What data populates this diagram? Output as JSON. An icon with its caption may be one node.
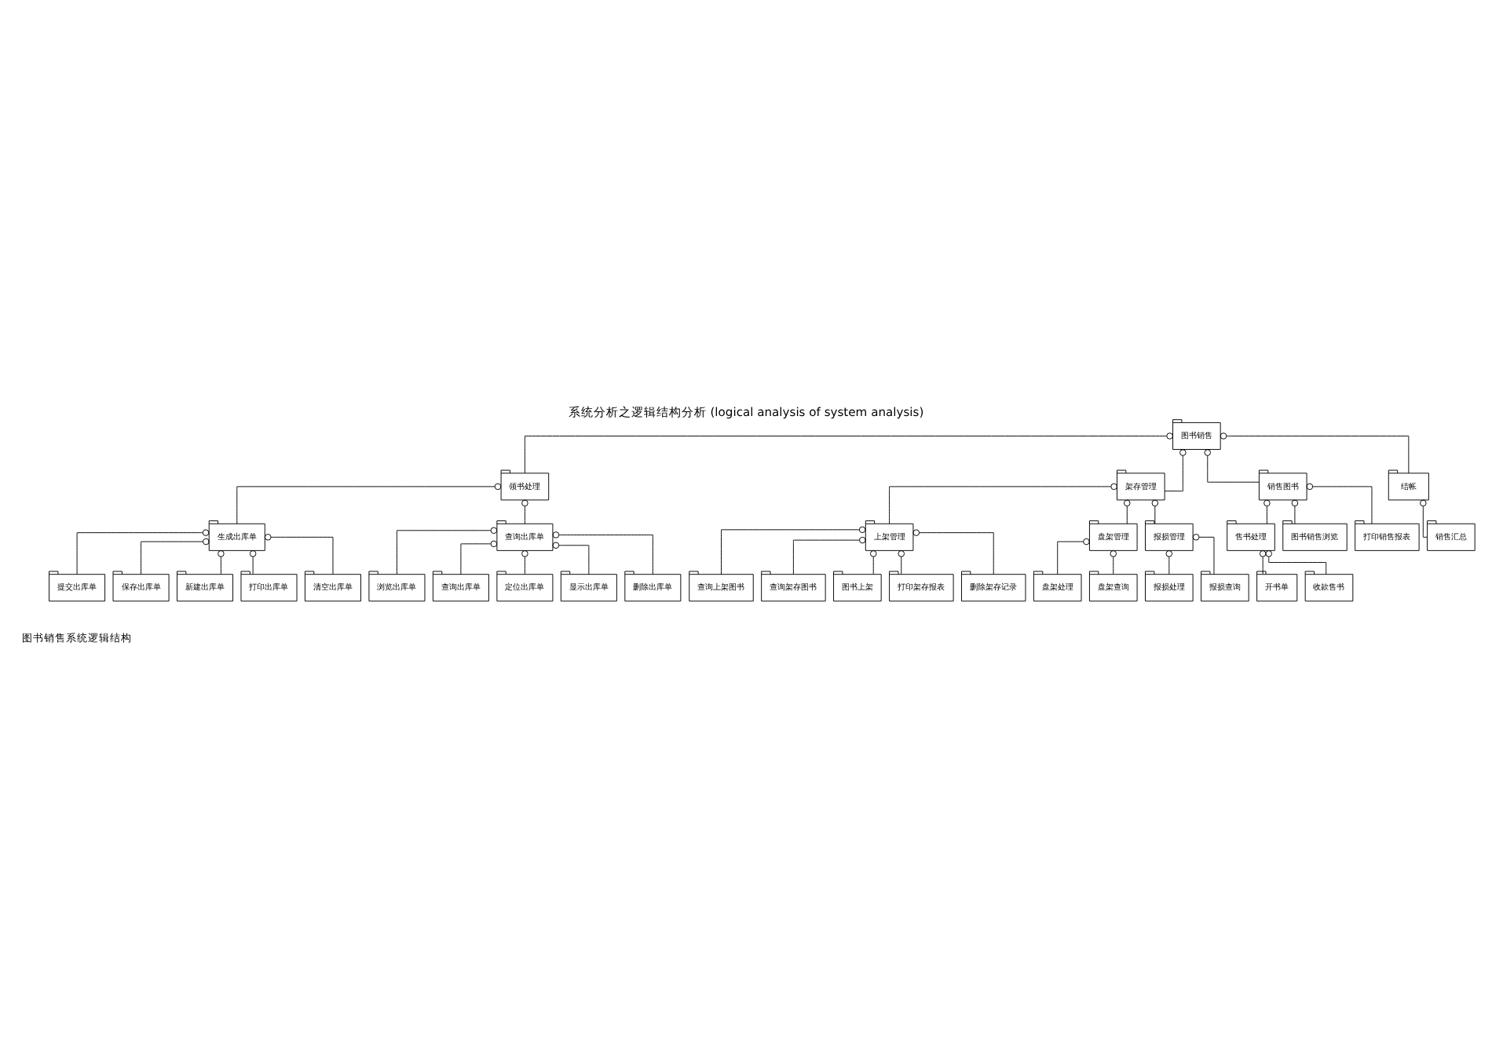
{
  "diagram": {
    "title": "系统分析之逻辑结构分析 (logical analysis of system analysis)",
    "caption": "图书销售系统逻辑结构",
    "nodes": [
      {
        "text": [
          "图书销售"
        ]
      },
      {
        "text": [
          "领书处理"
        ]
      },
      {
        "text": [
          "架存管理"
        ]
      },
      {
        "text": [
          "销售图书"
        ]
      },
      {
        "text": [
          "结帐"
        ]
      },
      {
        "text": [
          "生成出库单"
        ]
      },
      {
        "text": [
          "查询出库单"
        ]
      },
      {
        "text": [
          "提交出库单"
        ]
      },
      {
        "text": [
          "保存出库单"
        ]
      },
      {
        "text": [
          "新建出库单"
        ]
      },
      {
        "text": [
          "打印出库单"
        ]
      },
      {
        "text": [
          "清空出库单"
        ]
      },
      {
        "text": [
          "浏览出库单"
        ]
      },
      {
        "text": [
          "查询出库单"
        ]
      },
      {
        "text": [
          "定位出库单"
        ]
      },
      {
        "text": [
          "显示出库单"
        ]
      },
      {
        "text": [
          "删除出库单"
        ]
      },
      {
        "text": [
          "售书处理"
        ]
      },
      {
        "text": [
          "图书销售浏览"
        ]
      },
      {
        "text": [
          "打印销售报表"
        ]
      },
      {
        "text": [
          "开书单"
        ]
      },
      {
        "text": [
          "收款售书"
        ]
      },
      {
        "text": [
          "销售汇总"
        ]
      },
      {
        "text": [
          "上架管理"
        ]
      },
      {
        "text": [
          "盘架管理"
        ]
      },
      {
        "text": [
          "报损管理"
        ]
      },
      {
        "text": [
          "查询上架图书"
        ]
      },
      {
        "text": [
          "查询架存图书"
        ]
      },
      {
        "text": [
          "图书上架"
        ]
      },
      {
        "text": [
          "打印架存报表"
        ]
      },
      {
        "text": [
          "删除架存记录"
        ]
      },
      {
        "text": [
          "盘架处理"
        ]
      },
      {
        "text": [
          "盘架查询"
        ]
      },
      {
        "text": [
          "报损处理"
        ]
      },
      {
        "text": [
          "报损查询"
        ]
      }
    ],
    "edges": [
      {
        "from": 0,
        "to": 1,
        "arrow": "other"
      },
      {
        "from": 0,
        "to": 2,
        "arrow": "other"
      },
      {
        "from": 0,
        "to": 3,
        "arrow": "other"
      },
      {
        "from": 0,
        "to": 4,
        "arrow": "other"
      },
      {
        "from": 1,
        "to": 5,
        "arrow": "other"
      },
      {
        "from": 1,
        "to": 6,
        "arrow": "other"
      },
      {
        "from": 5,
        "to": 7,
        "arrow": "other"
      },
      {
        "from": 5,
        "to": 8,
        "arrow": "other"
      },
      {
        "from": 5,
        "to": 9,
        "arrow": "other"
      },
      {
        "from": 5,
        "to": 10,
        "arrow": "other"
      },
      {
        "from": 5,
        "to": 11,
        "arrow": "other"
      },
      {
        "from": 6,
        "to": 12,
        "arrow": "other"
      },
      {
        "from": 6,
        "to": 13,
        "arrow": "other"
      },
      {
        "from": 6,
        "to": 14,
        "arrow": "other"
      },
      {
        "from": 6,
        "to": 15,
        "arrow": "other"
      },
      {
        "from": 6,
        "to": 16,
        "arrow": "other"
      },
      {
        "from": 3,
        "to": 17,
        "arrow": "other"
      },
      {
        "from": 3,
        "to": 18,
        "arrow": "other"
      },
      {
        "from": 3,
        "to": 19,
        "arrow": "other"
      },
      {
        "from": 17,
        "to": 20,
        "arrow": "other"
      },
      {
        "from": 17,
        "to": 21,
        "arrow": "other"
      },
      {
        "from": 4,
        "to": 22,
        "arrow": "other"
      },
      {
        "from": 2,
        "to": 23,
        "arrow": "other"
      },
      {
        "from": 2,
        "to": 24,
        "arrow": "other"
      },
      {
        "from": 2,
        "to": 25,
        "arrow": "other"
      },
      {
        "from": 23,
        "to": 26,
        "arrow": "other"
      },
      {
        "from": 23,
        "to": 27,
        "arrow": "other"
      },
      {
        "from": 23,
        "to": 28,
        "arrow": "other"
      },
      {
        "from": 23,
        "to": 29,
        "arrow": "other"
      },
      {
        "from": 23,
        "to": 30,
        "arrow": "other"
      },
      {
        "from": 24,
        "to": 31,
        "arrow": "other"
      },
      {
        "from": 24,
        "to": 32,
        "arrow": "other"
      },
      {
        "from": 25,
        "to": 33,
        "arrow": "other"
      },
      {
        "from": 25,
        "to": 34,
        "arrow": "other"
      }
    ]
  }
}
